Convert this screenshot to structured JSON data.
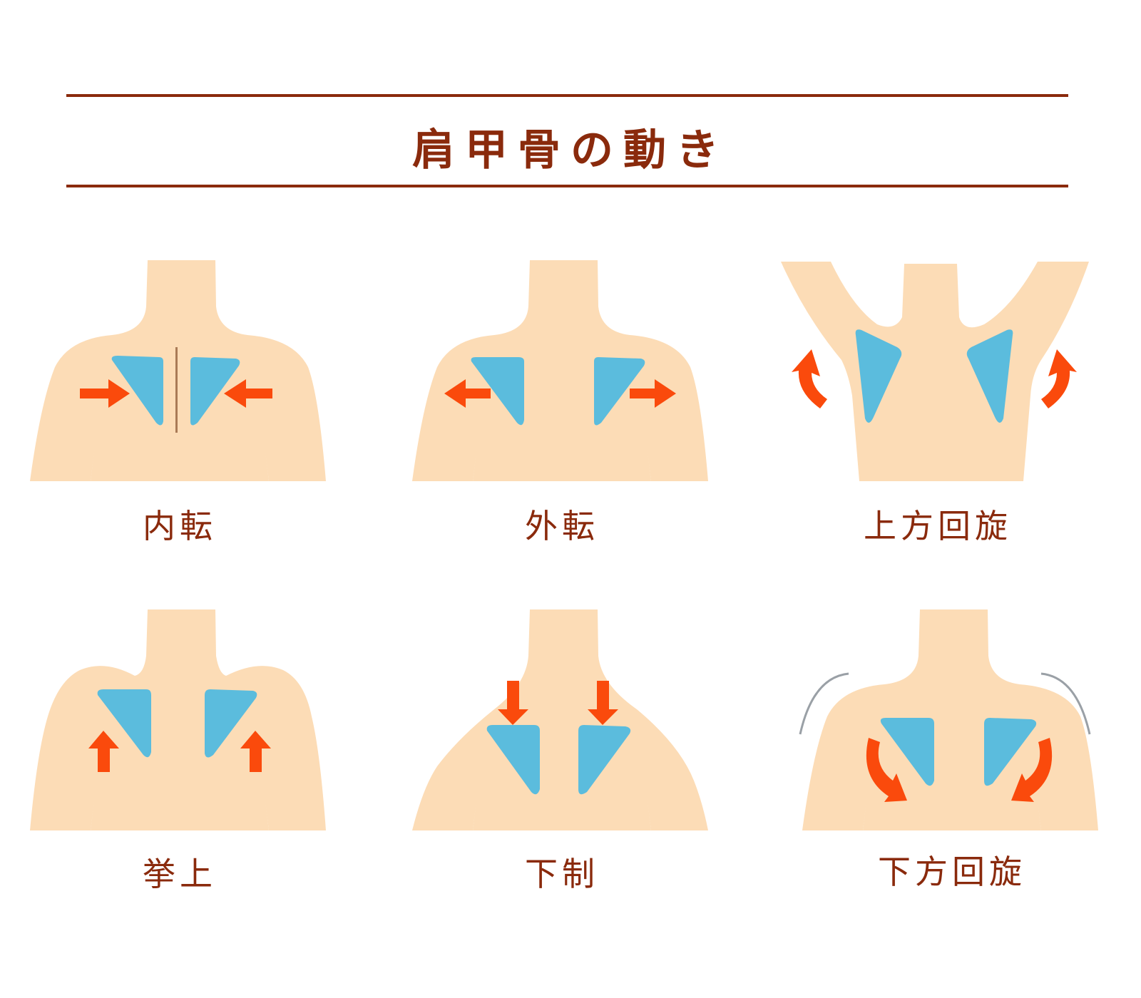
{
  "header": {
    "title": "肩甲骨の動き"
  },
  "colors": {
    "skin": "#fcdcb6",
    "scapula": "#5bbcdd",
    "arrow": "#fa4a0c",
    "text": "#8a2a0c",
    "spine": "#a97a56",
    "outline": "#9aa0a6"
  },
  "figures": [
    {
      "id": "adduction",
      "label": "内転",
      "arrows": "inward"
    },
    {
      "id": "abduction",
      "label": "外転",
      "arrows": "outward"
    },
    {
      "id": "upward-rotation",
      "label": "上方回旋",
      "arrows": "curved-up"
    },
    {
      "id": "elevation",
      "label": "挙上",
      "arrows": "up"
    },
    {
      "id": "depression",
      "label": "下制",
      "arrows": "down"
    },
    {
      "id": "downward-rotation",
      "label": "下方回旋",
      "arrows": "curved-down"
    }
  ]
}
